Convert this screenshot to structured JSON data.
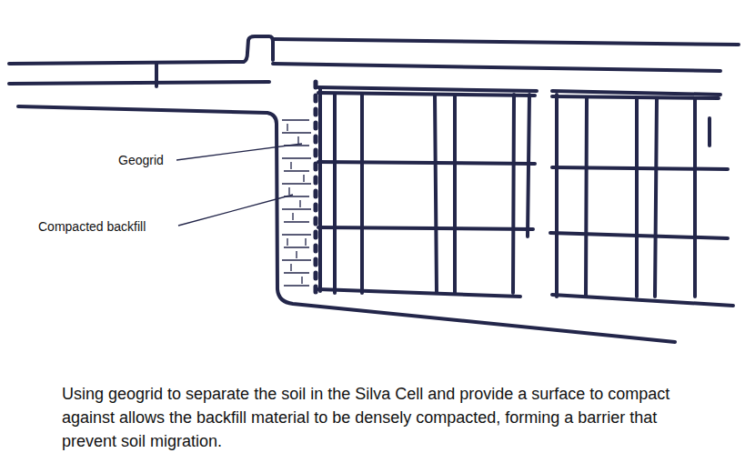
{
  "diagram": {
    "caption": "Using geogrid to separate the soil in the Silva Cell and provide a surface to compact against allows the backfill material to be densely compacted, forming a barrier that prevent soil migration.",
    "labels": [
      "Geogrid",
      "Compacted backfill"
    ]
  }
}
